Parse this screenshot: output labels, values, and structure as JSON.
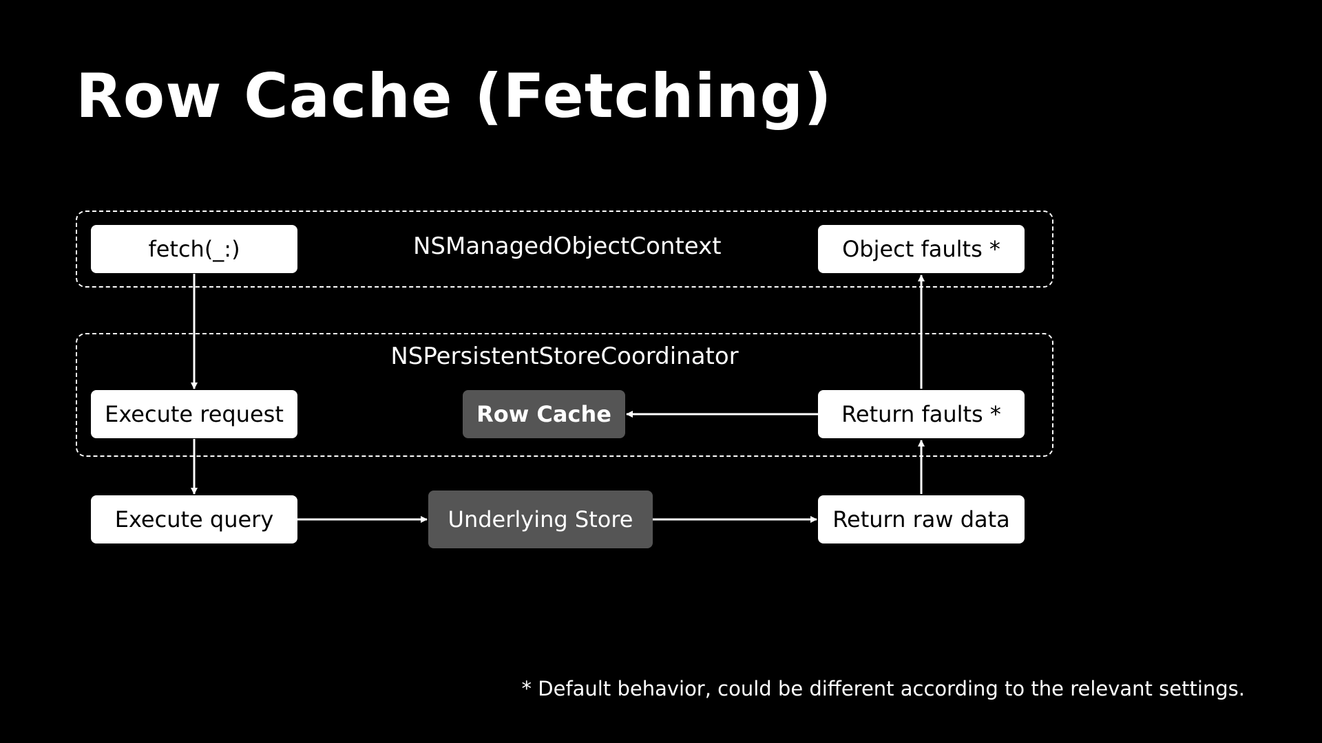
{
  "title": "Row Cache (Fetching)",
  "groups": {
    "context_label": "NSManagedObjectContext",
    "coordinator_label": "NSPersistentStoreCoordinator"
  },
  "nodes": {
    "fetch": "fetch(_:)",
    "object_faults": "Object faults *",
    "execute_request": "Execute request",
    "row_cache": "Row Cache",
    "return_faults": "Return faults *",
    "execute_query": "Execute query",
    "underlying_store": "Underlying Store",
    "return_raw_data": "Return raw data"
  },
  "edges": [
    {
      "from": "fetch",
      "to": "execute_request"
    },
    {
      "from": "execute_request",
      "to": "execute_query"
    },
    {
      "from": "execute_query",
      "to": "underlying_store"
    },
    {
      "from": "underlying_store",
      "to": "return_raw_data"
    },
    {
      "from": "return_raw_data",
      "to": "return_faults"
    },
    {
      "from": "return_faults",
      "to": "object_faults"
    },
    {
      "from": "return_faults",
      "to": "row_cache"
    }
  ],
  "footnote": "* Default behavior, could be different according to the relevant settings.",
  "colors": {
    "background": "#000000",
    "box": "#ffffff",
    "box_dark": "#555555",
    "line": "#ffffff"
  }
}
